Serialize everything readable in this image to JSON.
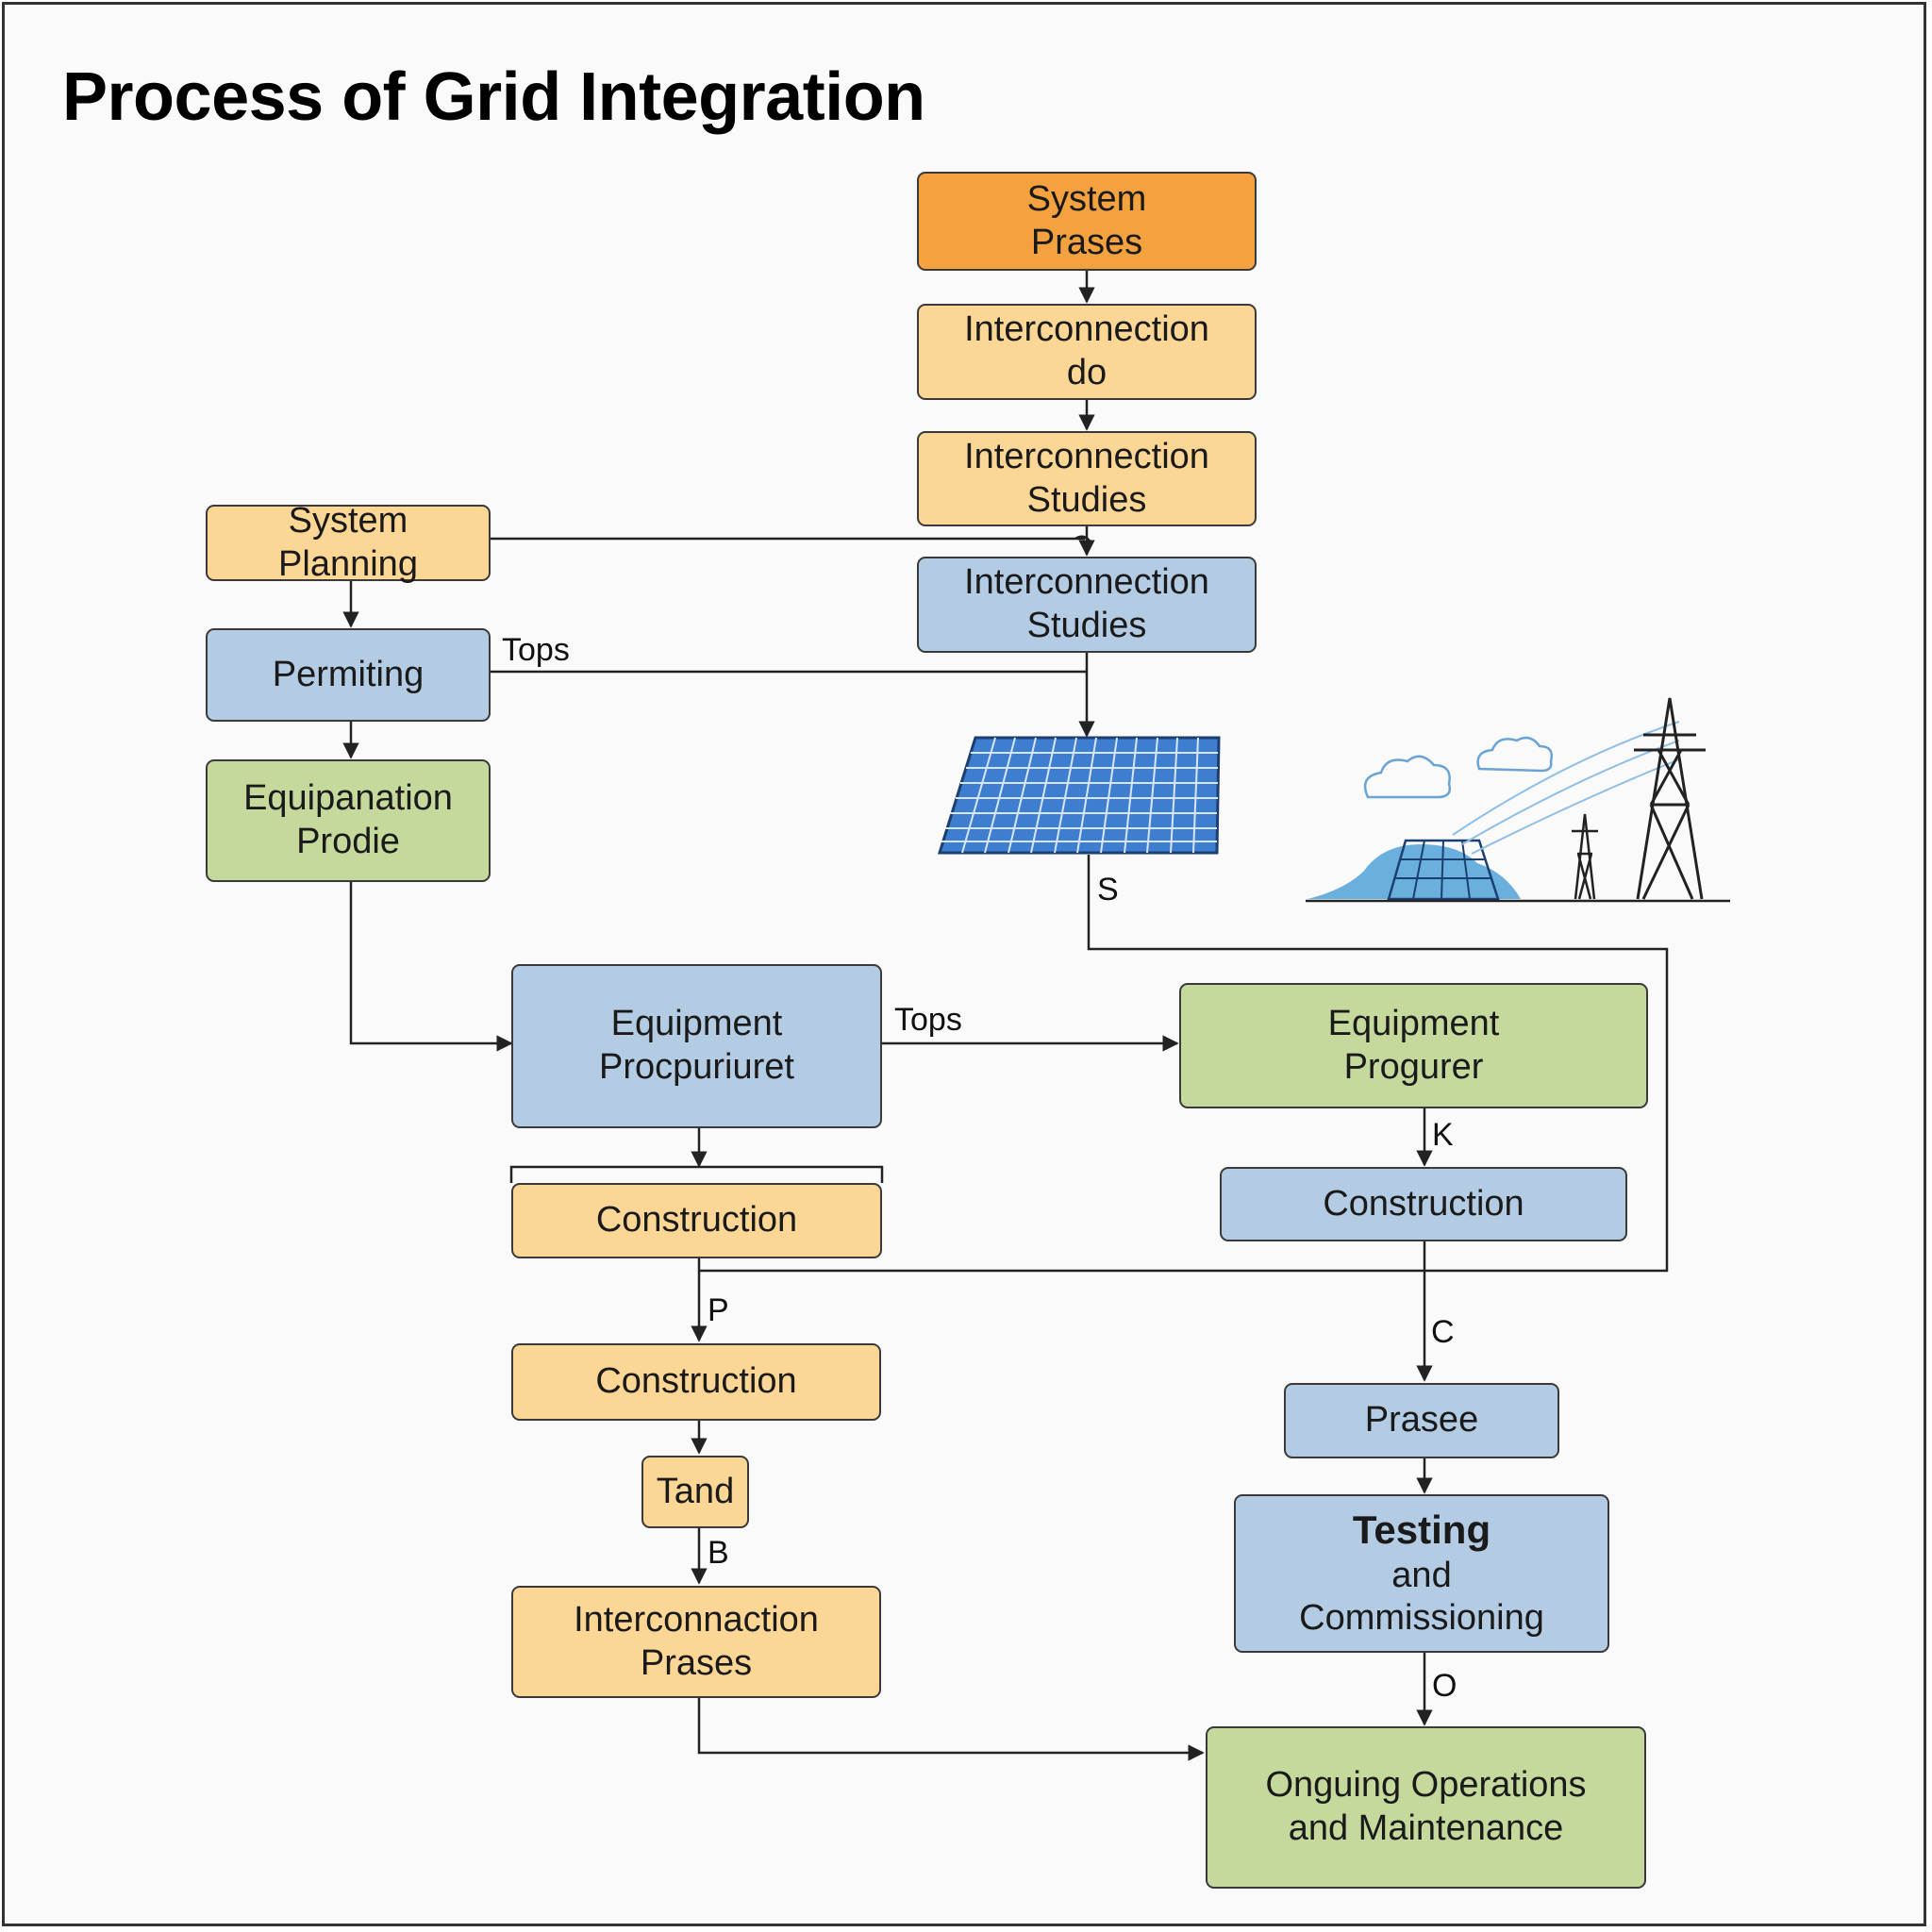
{
  "title": "Process of Grid Integration",
  "colors": {
    "orange": "#f3a23f",
    "peach": "#fcd695",
    "blue": "#b3cbe3",
    "green": "#c5d99c",
    "line": "#222222",
    "solar_panel": "#3e7ed0"
  },
  "nodes": {
    "system_prases": "System\nPrases",
    "interconnection_do": "Interconnection\ndo",
    "interconnection_studies_1": "Interconnection\nStudies",
    "interconnection_studies_2": "Interconnection\nStudies",
    "system_planning": "System Planning",
    "permiting": "Permiting",
    "equipanation_prodie": "Equipanation\nProdie",
    "equipment_procpuriuret": "Equipment\nProcpuriuret",
    "equipment_progurer": "Equipment\nProgurer",
    "construction_left": "Construction",
    "construction_right": "Construction",
    "construction_left_2": "Construction",
    "tand": "Tand",
    "interconnaction_prases": "Interconnaction\nPrases",
    "prasee": "Prasee",
    "testing_title": "Testing",
    "testing_rest": "and\nCommissioning",
    "ongoing_operations": "Onguing Operations\nand Maintenance"
  },
  "edge_labels": {
    "tops_1": "Tops",
    "tops_2": "Tops",
    "s": "S",
    "k": "K",
    "p": "P",
    "c": "C",
    "b": "B",
    "o": "O"
  },
  "icons": [
    "solar-panel-icon",
    "grid-landscape-icon"
  ]
}
